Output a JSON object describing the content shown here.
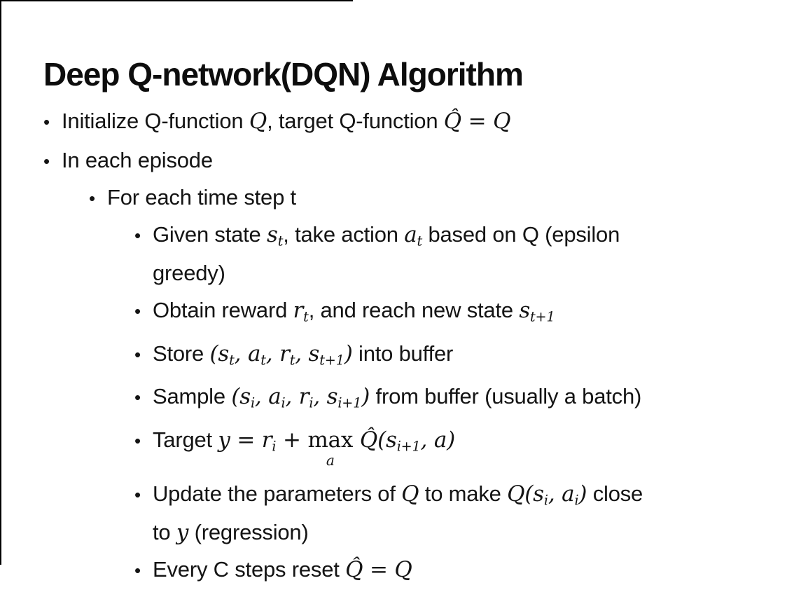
{
  "slide": {
    "title": "Deep Q-network(DQN) Algorithm",
    "bullet_char": "•",
    "colors": {
      "background": "#ffffff",
      "text": "#141414",
      "border": "#000000"
    },
    "bullets": [
      {
        "level": 1,
        "lines": [
          [
            {
              "t": "text",
              "v": "Initialize Q-function "
            },
            {
              "t": "math",
              "v": "Q"
            },
            {
              "t": "text",
              "v": ", target Q-function "
            },
            {
              "t": "math",
              "v": "Q̂ = Q"
            }
          ]
        ]
      },
      {
        "level": 1,
        "lines": [
          [
            {
              "t": "text",
              "v": "In each episode"
            }
          ]
        ]
      },
      {
        "level": 2,
        "lines": [
          [
            {
              "t": "text",
              "v": "For each time step t"
            }
          ]
        ]
      },
      {
        "level": 3,
        "lines": [
          [
            {
              "t": "text",
              "v": "Given state "
            },
            {
              "t": "math",
              "v": "s"
            },
            {
              "t": "sub",
              "v": "t"
            },
            {
              "t": "text",
              "v": ", take action "
            },
            {
              "t": "math",
              "v": "a"
            },
            {
              "t": "sub",
              "v": "t"
            },
            {
              "t": "text",
              "v": " based on Q (epsilon"
            }
          ],
          [
            {
              "t": "text",
              "v": "greedy)"
            }
          ]
        ]
      },
      {
        "level": 3,
        "lines": [
          [
            {
              "t": "text",
              "v": "Obtain reward "
            },
            {
              "t": "math",
              "v": "r"
            },
            {
              "t": "sub",
              "v": "t"
            },
            {
              "t": "text",
              "v": ", and reach new state "
            },
            {
              "t": "math",
              "v": "s"
            },
            {
              "t": "sub",
              "v": "t+1"
            }
          ]
        ]
      },
      {
        "level": 3,
        "lines": [
          [
            {
              "t": "text",
              "v": "Store "
            },
            {
              "t": "math",
              "v": "(s"
            },
            {
              "t": "sub",
              "v": "t"
            },
            {
              "t": "math",
              "v": ", a"
            },
            {
              "t": "sub",
              "v": "t"
            },
            {
              "t": "math",
              "v": ", r"
            },
            {
              "t": "sub",
              "v": "t"
            },
            {
              "t": "math",
              "v": ", s"
            },
            {
              "t": "sub",
              "v": "t+1"
            },
            {
              "t": "math",
              "v": ")"
            },
            {
              "t": "text",
              "v": " into buffer"
            }
          ]
        ]
      },
      {
        "level": 3,
        "lines": [
          [
            {
              "t": "text",
              "v": "Sample "
            },
            {
              "t": "math",
              "v": "(s"
            },
            {
              "t": "sub",
              "v": "i"
            },
            {
              "t": "math",
              "v": ", a"
            },
            {
              "t": "sub",
              "v": "i"
            },
            {
              "t": "math",
              "v": ", r"
            },
            {
              "t": "sub",
              "v": "i"
            },
            {
              "t": "math",
              "v": ", s"
            },
            {
              "t": "sub",
              "v": "i+1"
            },
            {
              "t": "math",
              "v": ")"
            },
            {
              "t": "text",
              "v": " from buffer (usually a batch)"
            }
          ]
        ]
      },
      {
        "level": 3,
        "lines": [
          [
            {
              "t": "text",
              "v": "Target "
            },
            {
              "t": "math",
              "v": "y = r"
            },
            {
              "t": "sub",
              "v": "i"
            },
            {
              "t": "math",
              "v": " + "
            },
            {
              "t": "underop",
              "v": "max",
              "under": "a"
            },
            {
              "t": "math",
              "v": " Q̂(s"
            },
            {
              "t": "sub",
              "v": "i+1"
            },
            {
              "t": "math",
              "v": ", a)"
            }
          ]
        ]
      },
      {
        "level": 3,
        "lines": [
          [
            {
              "t": "text",
              "v": "Update the parameters of "
            },
            {
              "t": "math",
              "v": "Q"
            },
            {
              "t": "text",
              "v": " to make "
            },
            {
              "t": "math",
              "v": "Q(s"
            },
            {
              "t": "sub",
              "v": "i"
            },
            {
              "t": "math",
              "v": ", a"
            },
            {
              "t": "sub",
              "v": "i"
            },
            {
              "t": "math",
              "v": ")"
            },
            {
              "t": "text",
              "v": " close"
            }
          ],
          [
            {
              "t": "text",
              "v": "to "
            },
            {
              "t": "math",
              "v": "y"
            },
            {
              "t": "text",
              "v": " (regression)"
            }
          ]
        ]
      },
      {
        "level": 3,
        "lines": [
          [
            {
              "t": "text",
              "v": "Every C steps reset "
            },
            {
              "t": "math",
              "v": "Q̂ = Q"
            }
          ]
        ]
      }
    ]
  }
}
